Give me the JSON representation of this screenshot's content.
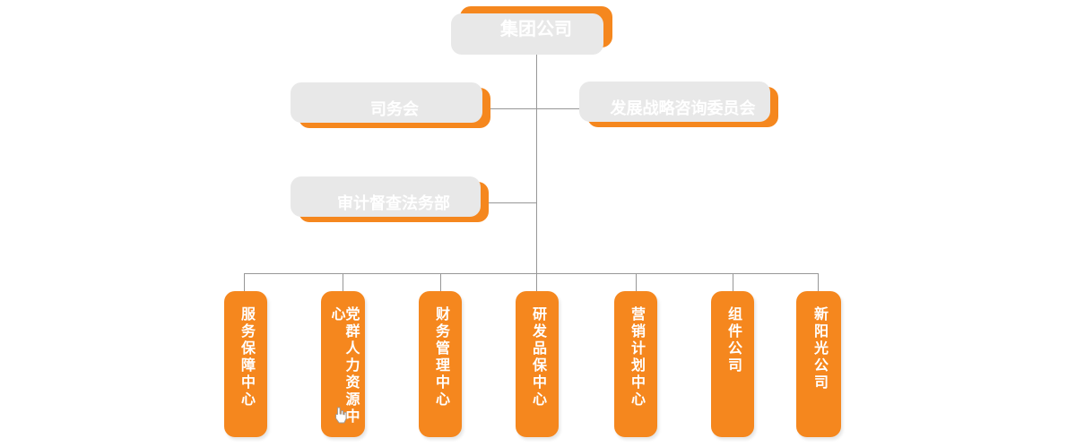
{
  "org": {
    "root": {
      "label": "集团公司"
    },
    "level2": [
      {
        "label": "司务会"
      },
      {
        "label": "发展战略咨询委员会"
      }
    ],
    "level3": [
      {
        "label": "审计督查法务部"
      }
    ],
    "departments": [
      {
        "label": "服务保障中心"
      },
      {
        "label": "党群人力资源中心"
      },
      {
        "label": "财务管理中心"
      },
      {
        "label": "研发品保中心"
      },
      {
        "label": "营销计划中心"
      },
      {
        "label": "组件公司"
      },
      {
        "label": "新阳光公司"
      }
    ],
    "colors": {
      "node_fill": "#f5871e",
      "node_text": "#ffffff",
      "connector_line": "#979797",
      "node_back_shadow": "#e8e8e8",
      "background": "#ffffff"
    },
    "icons": [
      {
        "name": "hand-cursor-icon"
      }
    ]
  }
}
